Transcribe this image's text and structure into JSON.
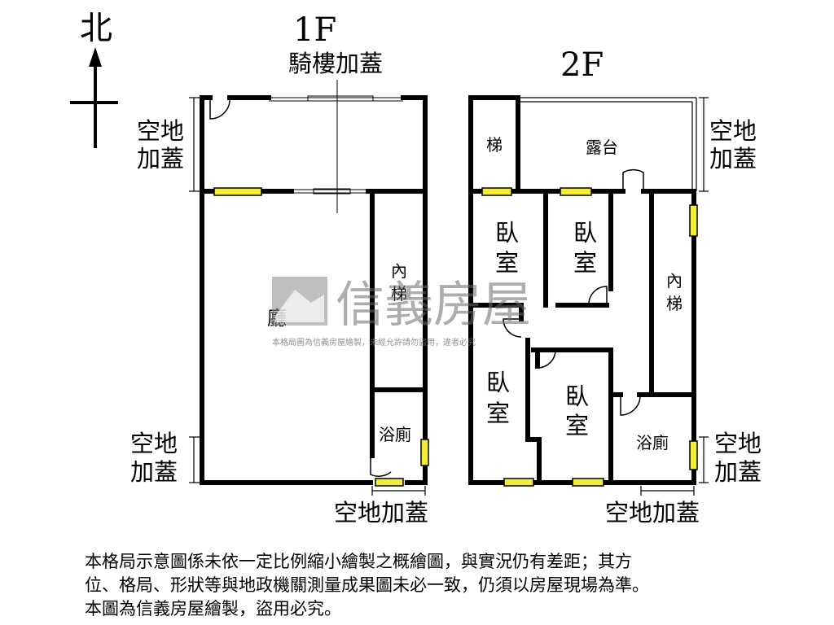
{
  "compass": {
    "label": "北"
  },
  "floor1": {
    "title": "1F",
    "arcade_label": "騎樓加蓋",
    "yard_top_line1": "空地",
    "yard_top_line2": "加蓋",
    "yard_bottom_line1": "空地",
    "yard_bottom_line2": "加蓋",
    "yard_rear_label": "空地加蓋",
    "rooms": {
      "living": "廳",
      "stairs_line1": "內",
      "stairs_line2": "梯",
      "bath": "浴廁"
    }
  },
  "floor2": {
    "title": "2F",
    "yard_top_line1": "空地",
    "yard_top_line2": "加蓋",
    "yard_right_line1": "空地",
    "yard_right_line2": "加蓋",
    "yard_rear_label": "空地加蓋",
    "rooms": {
      "stairs_small": "梯",
      "terrace": "露台",
      "bedroom1_line1": "臥",
      "bedroom1_line2": "室",
      "bedroom2_line1": "臥",
      "bedroom2_line2": "室",
      "bedroom3_line1": "臥",
      "bedroom3_line2": "室",
      "bedroom4_line1": "臥",
      "bedroom4_line2": "室",
      "stairs_line1": "內",
      "stairs_line2": "梯",
      "bath": "浴廁"
    }
  },
  "watermark": {
    "brand": "信義房屋",
    "notice": "本格局圖為信義房屋繪製，未經允許請勿盜用，違者必究"
  },
  "notes": {
    "line1": "本格局示意圖係未依一定比例縮小繪製之概繪圖，與實況仍有差距；其方",
    "line2": "位、格局、形狀等與地政機關測量成果圖未必一致，仍須以房屋現場為準。",
    "line3": "本圖為信義房屋繪製，盜用必究。"
  },
  "colors": {
    "wall": "#000000",
    "window_fill": "#f3ec3a",
    "background": "#ffffff",
    "watermark": "#6b6b6b"
  }
}
